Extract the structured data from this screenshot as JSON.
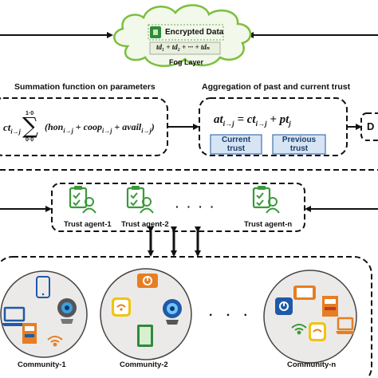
{
  "fog": {
    "encrypted_label": "Encrypted Data",
    "sum_formula": "td₁ + td₂ + ··· + tdₙ",
    "layer_label": "Fog Layer"
  },
  "summation": {
    "title": "Summation function on parameters",
    "upper": "1·0",
    "lower": "0·0",
    "lhs": "ct",
    "lhs_sub": "i→j",
    "body": "(hon",
    "body_sub": "i→j",
    "coop": " + coop",
    "coop_sub": "i→j",
    "avail": " + avail",
    "avail_sub": "i→j",
    "close": ")"
  },
  "aggregation": {
    "title": "Aggregation of past and current trust",
    "at": "at",
    "at_sub": "i→j",
    "eq": " = ct",
    "ct_sub": "i→j",
    "plus": " + pt",
    "pt_sub": "j",
    "current_label": "Current\ntrust",
    "previous_label": "Previous\ntrust",
    "cut_box_letter": "D"
  },
  "agents": {
    "items": [
      "Trust agent-1",
      "Trust agent-2",
      "Trust agent-n"
    ],
    "ellipsis": "· · · ·"
  },
  "communities": {
    "items": [
      "Community-1",
      "Community-2",
      "Community-n"
    ],
    "ellipsis": "· · ·"
  },
  "colors": {
    "agent_green": "#3a9a3a",
    "device_blue": "#1e5aa8",
    "device_orange": "#e67e22",
    "device_yellow": "#f1c40f",
    "community_fill": "#eceae8",
    "cloud_fill": "#f2f8ea",
    "cloud_border": "#7bbf3e",
    "trust_box_fill": "#d6e4f3",
    "trust_box_border": "#3f72af"
  }
}
